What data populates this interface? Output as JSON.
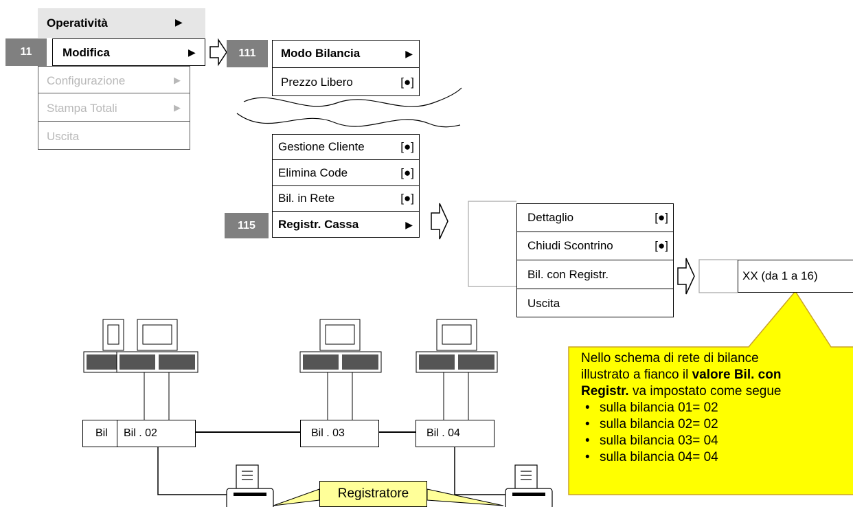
{
  "menu_main": {
    "badge": "11",
    "items": [
      {
        "label": "Operatività",
        "arrow": "▶"
      },
      {
        "label": "Modifica",
        "arrow": "▶"
      },
      {
        "label": "Configurazione",
        "arrow": "▶"
      },
      {
        "label": "Stampa Totali",
        "arrow": "▶"
      },
      {
        "label": "Uscita",
        "arrow": ""
      }
    ]
  },
  "menu_modifica": {
    "badge_top": "111",
    "badge_bottom": "115",
    "top_items": [
      {
        "label": "Modo Bilancia",
        "tail": "▶"
      },
      {
        "label": "Prezzo Libero",
        "tail": "[●]"
      }
    ],
    "bottom_items": [
      {
        "label": "Gestione Cliente",
        "tail": "[●]"
      },
      {
        "label": "Elimina Code",
        "tail": "[●]"
      },
      {
        "label": "Bil. in Rete",
        "tail": "[●]"
      },
      {
        "label": "Registr. Cassa",
        "tail": "▶"
      }
    ]
  },
  "menu_registr": {
    "items": [
      {
        "label": "Dettaglio",
        "tail": "[●]"
      },
      {
        "label": "Chiudi Scontrino",
        "tail": "[●]"
      },
      {
        "label": "Bil. con Registr.",
        "tail": ""
      },
      {
        "label": "Uscita",
        "tail": ""
      }
    ]
  },
  "value_box": "XX (da 1 a 16)",
  "callout": {
    "line1": "Nello schema di rete di bilance",
    "line2_pre": "illustrato a fianco il ",
    "line2_bold": "valore Bil. con",
    "line3_bold": "Registr.",
    "line3_post": " va impostato come segue",
    "bullets": [
      "sulla bilancia 01= 02",
      "sulla bilancia 02= 02",
      "sulla bilancia 03= 04",
      "sulla bilancia 04= 04"
    ]
  },
  "network": {
    "scales": [
      "Bil",
      "Bil . 02",
      "Bil . 03",
      "Bil . 04"
    ],
    "registratore_label": "Registratore"
  },
  "colors": {
    "badge": "#808080",
    "callout_fill": "#ffff00",
    "callout_border": "#c9a227",
    "label_fill": "#ffff99",
    "disabled_text": "#b8b8b8"
  }
}
